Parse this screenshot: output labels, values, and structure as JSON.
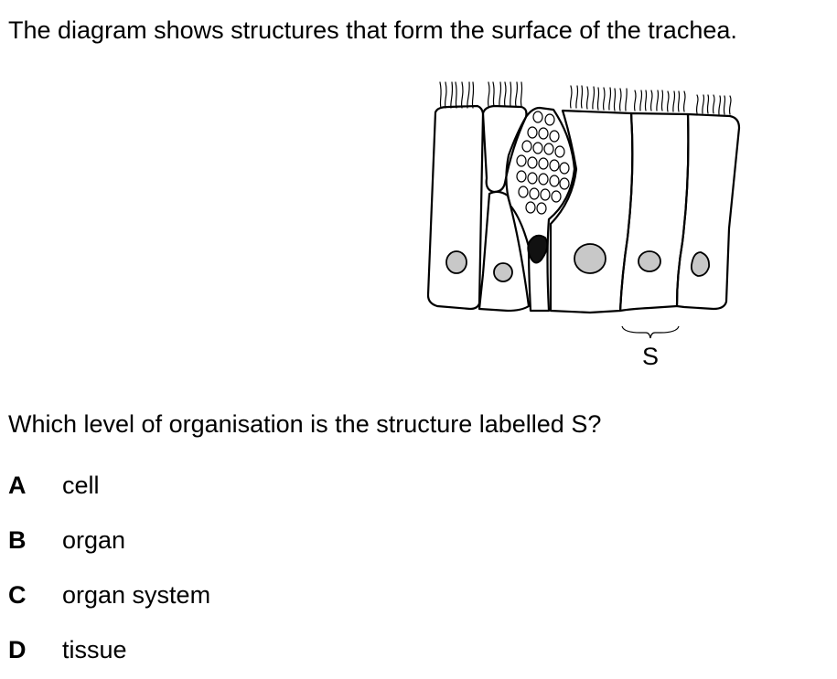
{
  "question": {
    "intro": "The diagram shows structures that form the surface of the trachea.",
    "prompt": "Which level of organisation is the structure labelled S?"
  },
  "diagram": {
    "label": "S"
  },
  "options": [
    {
      "letter": "A",
      "text": "cell"
    },
    {
      "letter": "B",
      "text": "organ"
    },
    {
      "letter": "C",
      "text": "organ system"
    },
    {
      "letter": "D",
      "text": "tissue"
    }
  ]
}
